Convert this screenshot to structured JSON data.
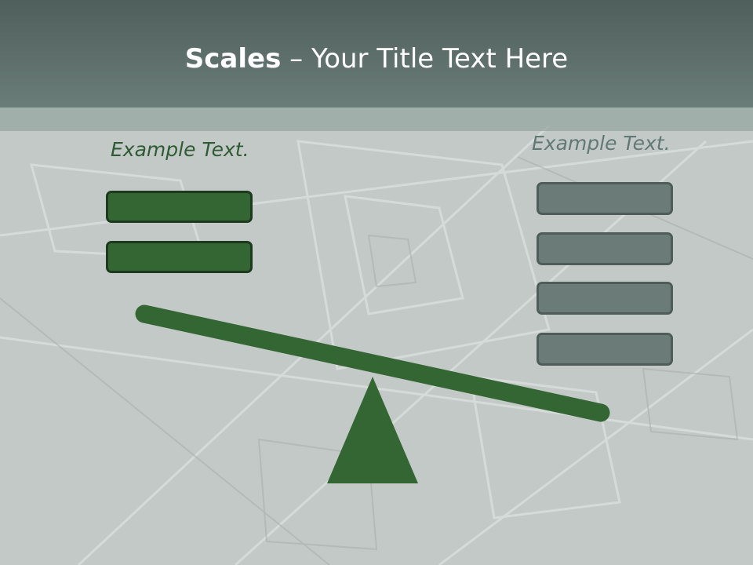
{
  "title": {
    "bold": "Scales",
    "rest": " – Your Title Text Here"
  },
  "left": {
    "caption": "Example Text.",
    "boxes": 2
  },
  "right": {
    "caption": "Example Text.",
    "boxes": 4
  },
  "colors": {
    "green": "#336633",
    "gray": "#6a7b78",
    "header": "#5d6f6b"
  }
}
